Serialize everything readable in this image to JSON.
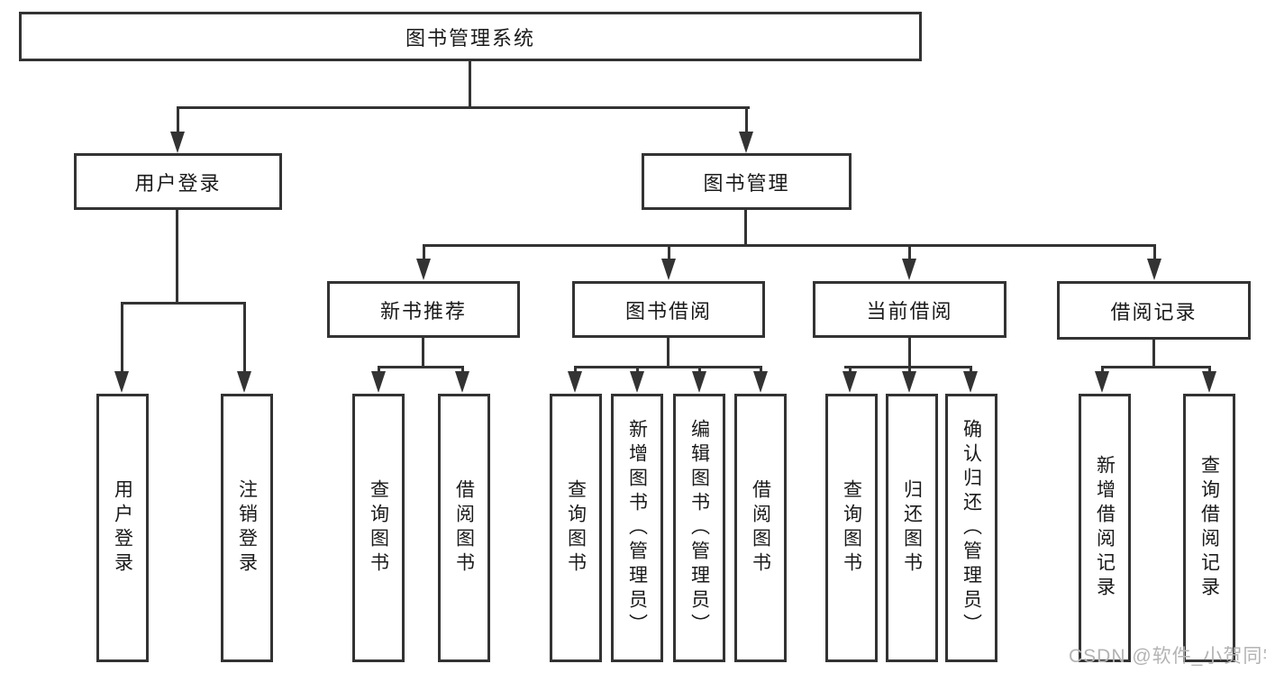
{
  "diagram": {
    "title": "图书管理系统",
    "level2": {
      "user_login": "用户登录",
      "book_mgmt": "图书管理"
    },
    "level3": {
      "new_book_rec": "新书推荐",
      "book_borrow": "图书借阅",
      "current_borrow": "当前借阅",
      "borrow_records": "借阅记录"
    },
    "leaves": {
      "user_login": "用户登录",
      "logout": "注销登录",
      "rec_query_book": "查询图书",
      "rec_borrow_book": "借阅图书",
      "bb_query_book": "查询图书",
      "bb_add_book": "新增图书（管理员）",
      "bb_edit_book": "编辑图书（管理员）",
      "bb_borrow_book": "借阅图书",
      "cb_query_book": "查询图书",
      "cb_return_book": "归还图书",
      "cb_confirm_return": "确认归还（管理员）",
      "br_add_record": "新增借阅记录",
      "br_query_record": "查询借阅记录"
    }
  },
  "watermark": "CSDN @软件_小贺同学",
  "colors": {
    "line": "#333333",
    "text": "#1a1a1a",
    "watermark": "#b3b3b3",
    "background": "#ffffff"
  }
}
